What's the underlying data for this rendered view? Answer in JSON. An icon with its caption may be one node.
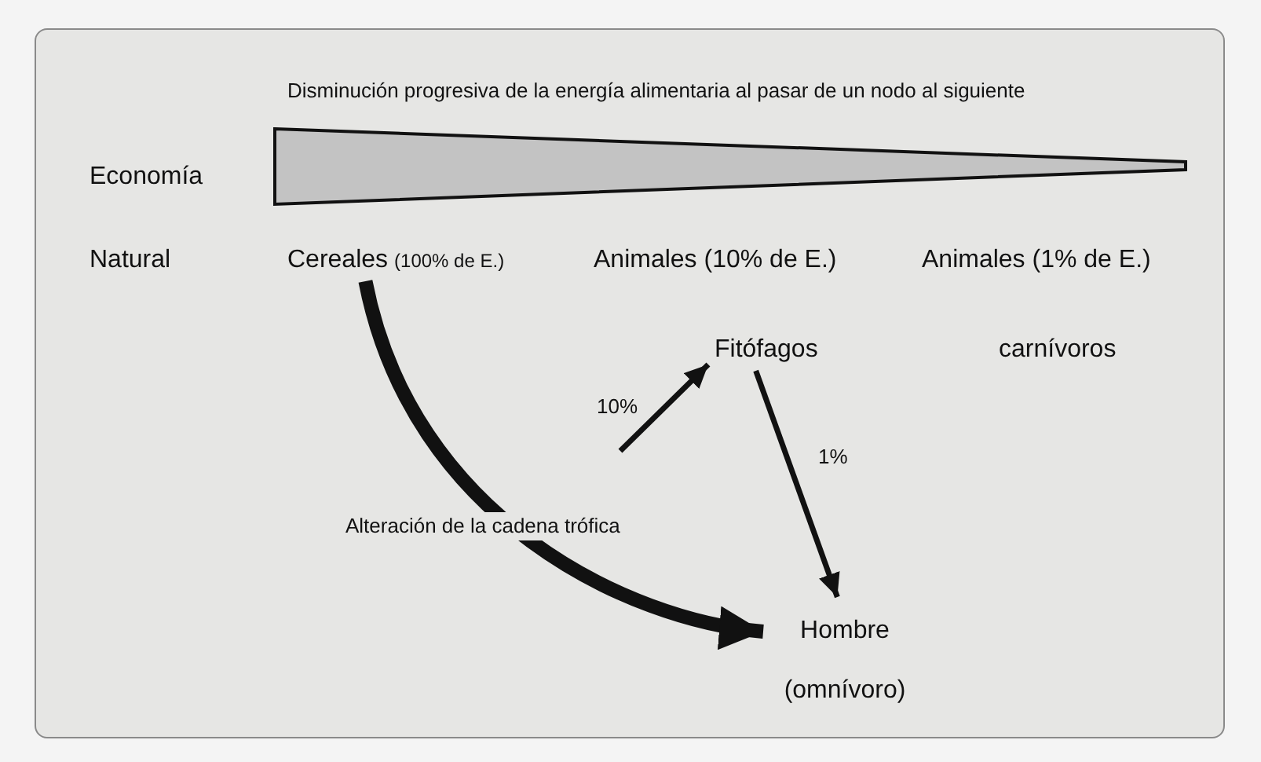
{
  "diagram": {
    "nodes": [
      {
        "text": [
          "Cereales",
          "(100% de E.)"
        ]
      },
      {
        "text": [
          "Fitófagos"
        ]
      },
      {
        "text": [
          "Hombre (omnívoro)"
        ]
      }
    ],
    "edges": [
      {
        "from": 0,
        "to": 2,
        "arrow": "to",
        "style": "thick",
        "label": "Alteración de la cadena trófica"
      },
      {
        "from": null,
        "to": 1,
        "arrow": "to",
        "label": "10%"
      },
      {
        "from": 1,
        "to": 2,
        "arrow": "to",
        "label": "1%"
      }
    ],
    "labels": [
      "Disminución progresiva de la energía alimentaria al pasar de un nodo al siguiente",
      "Economía",
      "Natural",
      "Animales (10% de E.)",
      "Animales (1% de E.)",
      "carnívoros"
    ]
  }
}
